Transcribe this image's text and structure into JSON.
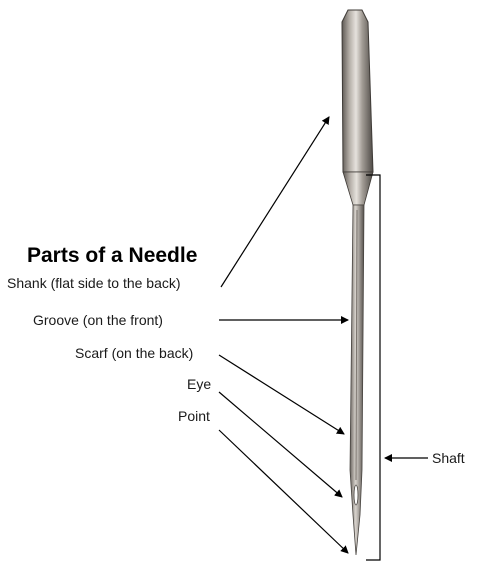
{
  "title": "Parts of a Needle",
  "labels": {
    "shank": "Shank (flat side to the back)",
    "groove": "Groove (on the front)",
    "scarf": "Scarf (on the back)",
    "eye": "Eye",
    "point": "Point",
    "shaft": "Shaft"
  }
}
